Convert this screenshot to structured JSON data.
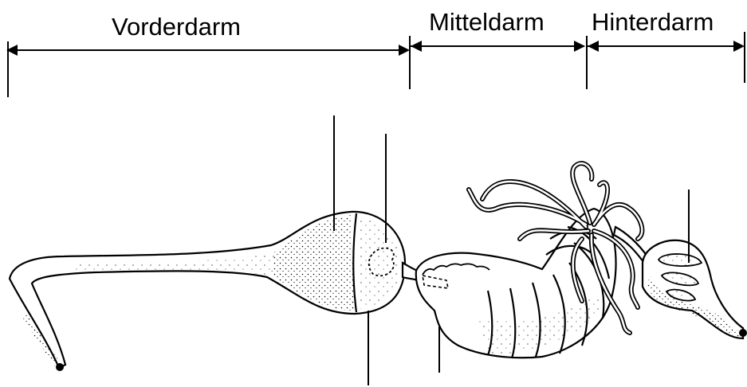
{
  "sections": [
    {
      "id": "foregut",
      "label": "Vorderdarm"
    },
    {
      "id": "midgut",
      "label": "Mitteldarm"
    },
    {
      "id": "hindgut",
      "label": "Hinterdarm"
    }
  ],
  "colors": {
    "ink": "#000000",
    "paper": "#ffffff",
    "stipple": "#000000"
  }
}
